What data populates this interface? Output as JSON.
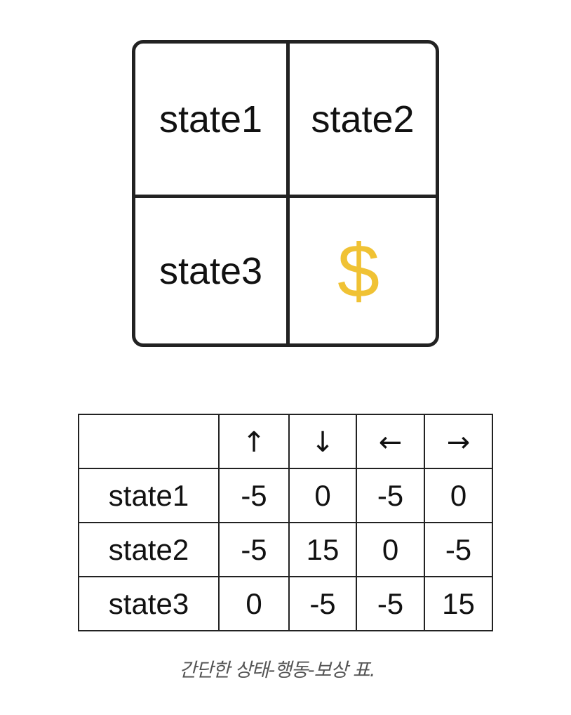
{
  "grid": {
    "cells": [
      {
        "label": "state1"
      },
      {
        "label": "state2"
      },
      {
        "label": "state3"
      },
      {
        "symbol": "$",
        "icon": "dollar-icon"
      }
    ],
    "reward_color": "#f0c234"
  },
  "table": {
    "header": {
      "corner": "",
      "actions": [
        {
          "symbol": "↑",
          "icon": "arrow-up-icon"
        },
        {
          "symbol": "↓",
          "icon": "arrow-down-icon"
        },
        {
          "symbol": "←",
          "icon": "arrow-left-icon"
        },
        {
          "symbol": "→",
          "icon": "arrow-right-icon"
        }
      ]
    },
    "rows": [
      {
        "state": "state1",
        "values": [
          "-5",
          "0",
          "-5",
          "0"
        ]
      },
      {
        "state": "state2",
        "values": [
          "-5",
          "15",
          "0",
          "-5"
        ]
      },
      {
        "state": "state3",
        "values": [
          "0",
          "-5",
          "-5",
          "15"
        ]
      }
    ]
  },
  "caption": "간단한 상태-행동-보상 표."
}
